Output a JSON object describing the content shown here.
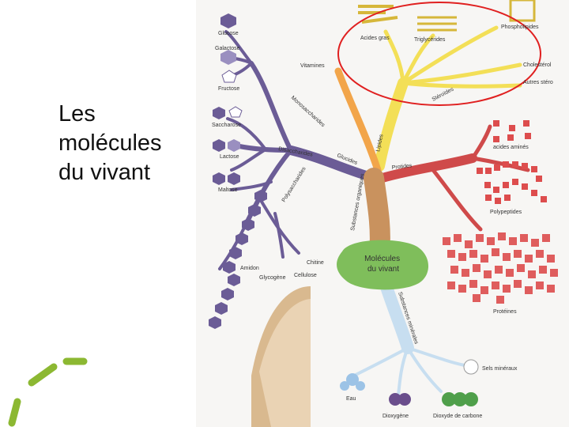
{
  "slide": {
    "title_lines": [
      "Les",
      "molécules",
      "du vivant"
    ]
  },
  "colors": {
    "trunk": "#c9925e",
    "glucides_branch": "#6b5c96",
    "lipides_branch": "#f3df57",
    "protides_branch": "#cf4a4a",
    "mineral_branch": "#c7def0",
    "center_blob": "#7fbe5b",
    "vitamines_branch": "#f2a54a",
    "highlight_ellipse": "#e02020",
    "accent_dashes": "#8cb832"
  },
  "diagram": {
    "center": "Molécules du vivant",
    "substances_organiques": "Substances organiques",
    "substances_minerales": "Substances minérales",
    "glucides": "Glucides",
    "lipides": "Lipides",
    "protides": "Protides",
    "vitamines": "Vitamines",
    "monosaccharides": "Monosaccharides",
    "disaccharides": "Disaccharides",
    "polysaccharides": "Polysaccharides",
    "glucose": "Glucose",
    "galactose": "Galactose",
    "fructose": "Fructose",
    "saccharose": "Saccharose",
    "lactose": "Lactose",
    "maltose": "Maltose",
    "amidon": "Amidon",
    "glycogene": "Glycogène",
    "cellulose": "Cellulose",
    "chitine": "Chitine",
    "acides_gras": "Acides gras",
    "triglycerides": "Triglycérides",
    "phospholipides": "Phospholipides",
    "cholesterol": "Cholestérol",
    "autres_steroides": "Autres stéro",
    "steroides": "Stéroïdes",
    "acides_amines": "acides aminés",
    "polypeptides": "Polypeptides",
    "proteines": "Protéines",
    "eau": "Eau",
    "dioxygene": "Dioxygène",
    "dioxyde_carbone": "Dioxyde de carbone",
    "sels_mineraux": "Sels minéraux"
  }
}
